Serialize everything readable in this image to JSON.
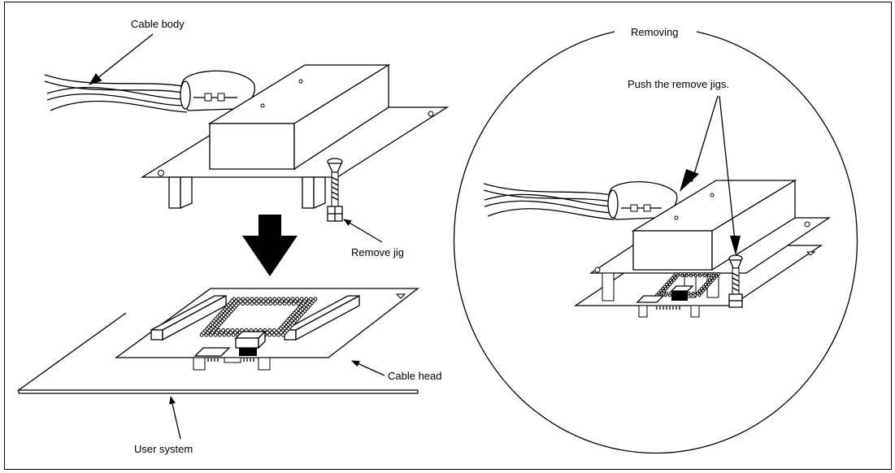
{
  "labels": {
    "cable_body": "Cable body",
    "remove_jig": "Remove jig",
    "cable_head": "Cable head",
    "user_system": "User system",
    "removing": "Removing",
    "push_jigs": "Push the remove jigs."
  },
  "colors": {
    "stroke": "#000000",
    "background": "#ffffff"
  }
}
